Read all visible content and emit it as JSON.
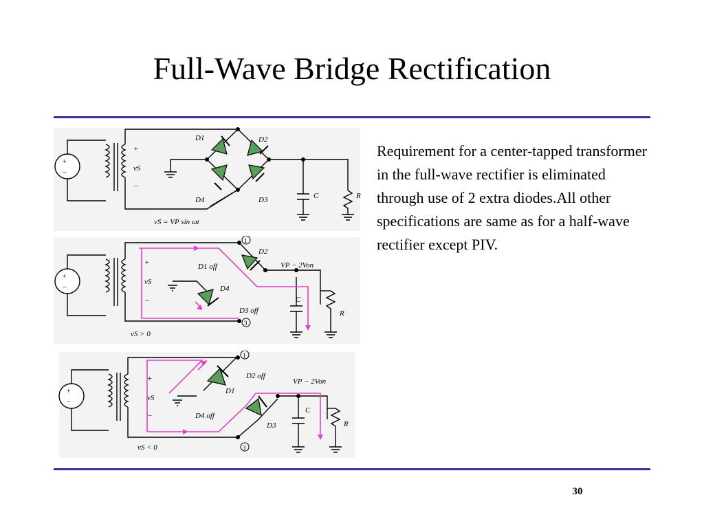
{
  "slide": {
    "title": "Full-Wave Bridge Rectification",
    "body": "Requirement for a center-tapped transformer in the full-wave rectifier is eliminated through use of 2 extra diodes.All other specifications are same as for a half-wave rectifier except PIV.",
    "page_number": "30"
  },
  "colors": {
    "rule": "#33339a",
    "current_path": "#e040c8",
    "diode_fill": "#5a9e5a",
    "panel_bg": "#f3f3f3"
  },
  "circuit1": {
    "d1": "D1",
    "d2": "D2",
    "d3": "D3",
    "d4": "D4",
    "c": "C",
    "r": "R",
    "vs": "vS",
    "plus": "+",
    "minus": "−",
    "caption": "vS = VP sin ωt"
  },
  "circuit2": {
    "node1": "1",
    "node3": "3",
    "d1": "D1 off",
    "d2": "D2",
    "d3": "D3 off",
    "d4": "D4",
    "vout": "VP − 2Von",
    "c": "C",
    "r": "R",
    "vs": "vS",
    "plus": "+",
    "minus": "−",
    "caption": "vS > 0"
  },
  "circuit3": {
    "node1": "1",
    "node3": "3",
    "d1": "D1",
    "d2": "D2 off",
    "d3": "D3",
    "d4": "D4 off",
    "vout": "VP − 2Von",
    "c": "C",
    "r": "R",
    "vs": "vS",
    "plus": "+",
    "minus": "−",
    "caption": "vS < 0"
  }
}
